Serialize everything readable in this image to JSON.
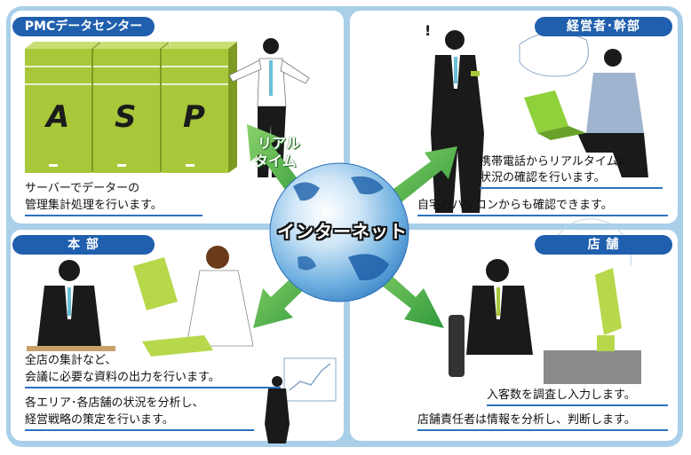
{
  "center": {
    "label": "インターネット"
  },
  "realtime": {
    "line1": "リアル",
    "line2": "タイム"
  },
  "panels": {
    "datacenter": {
      "title": "PMCデータセンター",
      "servers": [
        "A",
        "S",
        "P"
      ],
      "caption_lines": [
        "サーバーでデーターの",
        "管理集計処理を行います。"
      ]
    },
    "executives": {
      "title": "経営者･幹部",
      "caption_lines": [
        "携帯電話からリアルタイムに",
        "状況の確認を行います。",
        "自宅のパソコンからも確認できます。"
      ]
    },
    "headquarters": {
      "title": "本 部",
      "caption_lines": [
        "全店の集計など、",
        "会議に必要な資料の出力を行います。",
        "各エリア･各店舗の状況を分析し、",
        "経営戦略の策定を行います。"
      ]
    },
    "store": {
      "title": "店 舗",
      "caption_lines": [
        "入客数を調査し入力します。",
        "店舗責任者は情報を分析し、判断します。"
      ]
    }
  },
  "colors": {
    "frame": "#a9cfe9",
    "tag": "#1f5fae",
    "server": "#a8c83a",
    "arrow": "#3fb34a",
    "underline": "#2a72c0"
  }
}
